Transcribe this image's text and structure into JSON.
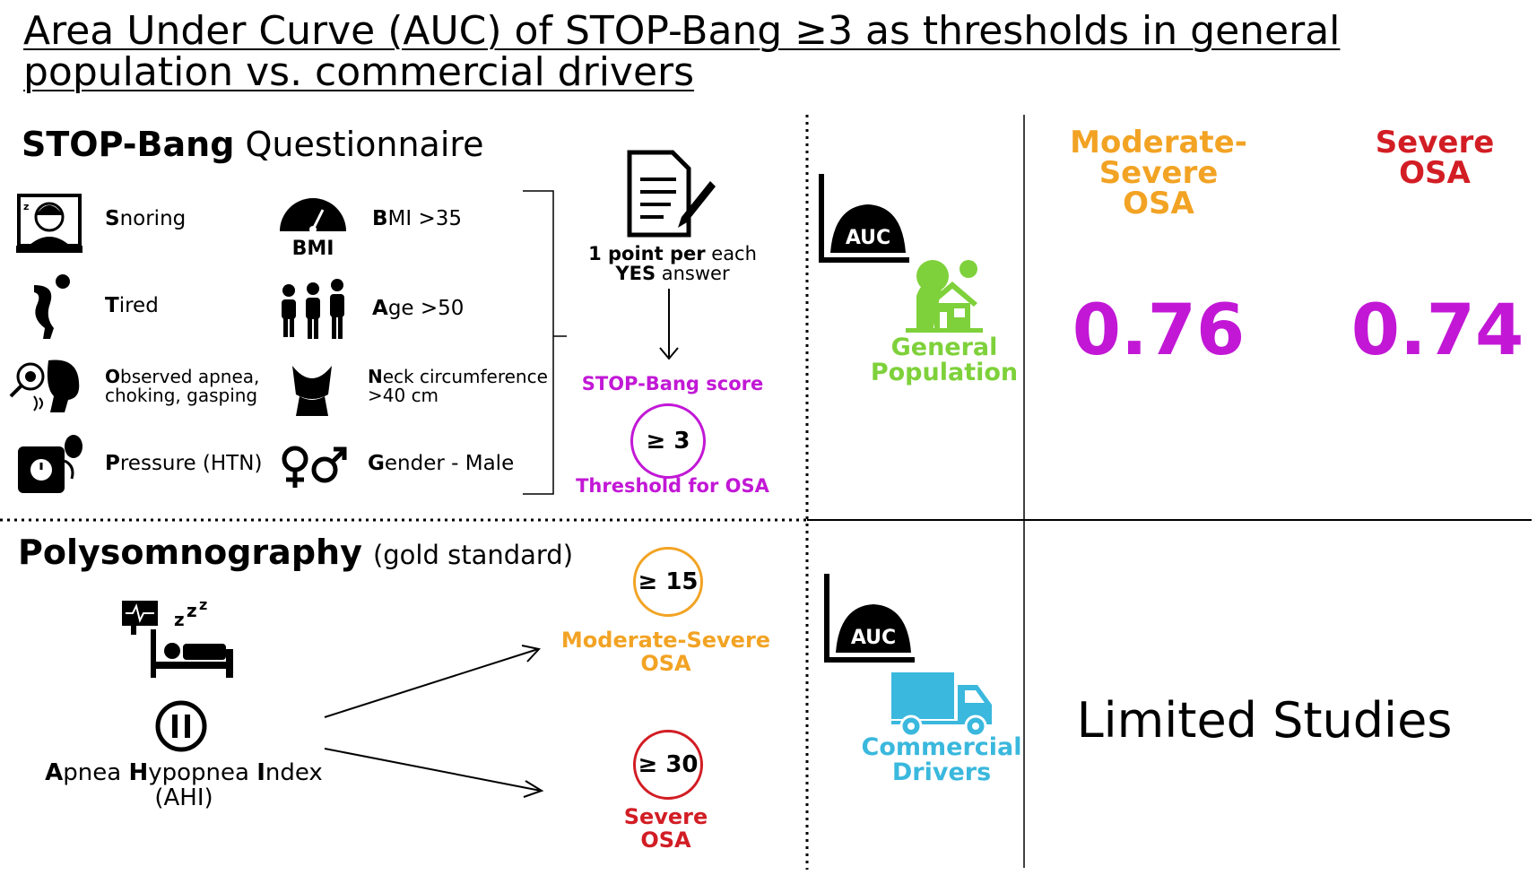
{
  "title": "Area Under Curve (AUC) of STOP-Bang ≥3 as thresholds in general population vs. commercial drivers",
  "stopbang": {
    "heading_bold": "STOP-Bang",
    "heading_rest": " Questionnaire",
    "items": [
      {
        "initial": "S",
        "rest": "noring",
        "icon": "snoring-face-icon"
      },
      {
        "initial": "T",
        "rest": "ired",
        "icon": "tired-person-icon"
      },
      {
        "initial": "O",
        "rest": "bserved apnea,",
        "rest2": "choking, gasping",
        "icon": "observed-apnea-icon"
      },
      {
        "initial": "P",
        "rest": "ressure (HTN)",
        "icon": "blood-pressure-cuff-icon"
      },
      {
        "initial": "B",
        "rest": "MI >35",
        "icon": "bmi-gauge-icon",
        "icon_text": "BMI"
      },
      {
        "initial": "A",
        "rest": "ge >50",
        "icon": "people-age-icon"
      },
      {
        "initial": "N",
        "rest": "eck circumference",
        "rest2": ">40 cm",
        "icon": "neck-icon"
      },
      {
        "initial": "G",
        "rest": "ender - Male",
        "icon": "gender-symbols-icon"
      }
    ],
    "point_bold1": "1 point per",
    "point_rest1": " each",
    "point_bold2": "YES",
    "point_rest2": " answer",
    "score_label": "STOP-Bang score",
    "threshold_value": "≥ 3",
    "threshold_label": "Threshold for OSA"
  },
  "psg": {
    "heading_bold": "Polysomnography",
    "heading_rest": "(gold standard)",
    "ahi_line1_parts": [
      "A",
      "pnea ",
      "H",
      "ypopnea ",
      "I",
      "ndex"
    ],
    "ahi_line2": "(AHI)",
    "mod_value": "≥ 15",
    "mod_label1": "Moderate-Severe",
    "mod_label2": "OSA",
    "sev_value": "≥ 30",
    "sev_label1": "Severe",
    "sev_label2": "OSA"
  },
  "table": {
    "col1_line1": "Moderate-Severe",
    "col1_line2": "OSA",
    "col2_line1": "Severe",
    "col2_line2": "OSA",
    "auc_icon_text": "AUC",
    "row1_label1": "General",
    "row1_label2": "Population",
    "row1_val1": "0.76",
    "row1_val2": "0.74",
    "row2_label1": "Commercial",
    "row2_label2": "Drivers",
    "row2_text": "Limited Studies"
  },
  "colors": {
    "magenta": "#c218d6",
    "orange": "#f2a324",
    "red": "#d21d24",
    "green": "#7ed13a",
    "blue": "#3ab8dd"
  }
}
